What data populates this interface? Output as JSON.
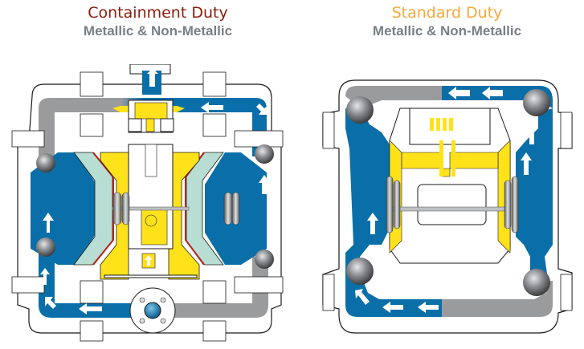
{
  "diagrams": [
    {
      "title": "Containment Duty",
      "subtitle": "Metallic & Non-Metallic",
      "title_color": "#8b1d0c"
    },
    {
      "title": "Standard Duty",
      "subtitle": "Metallic & Non-Metallic",
      "title_color": "#f5a93a"
    }
  ],
  "colors": {
    "fluid_active": "#0a6fa8",
    "fluid_inactive": "#9a9b9d",
    "air_chamber": "#ffe21a",
    "diaphragm_backer": "#b8ddd3",
    "containment_membrane": "#b3261e",
    "housing": "#ffffff",
    "outline": "#1a1a1a",
    "check_ball": "#6f7275",
    "flow_arrow": "#ffffff"
  },
  "icons": {
    "flow_direction": "white-arrow-icon",
    "check_valve_ball": "ball-icon",
    "discharge_flange": "flange-icon"
  }
}
